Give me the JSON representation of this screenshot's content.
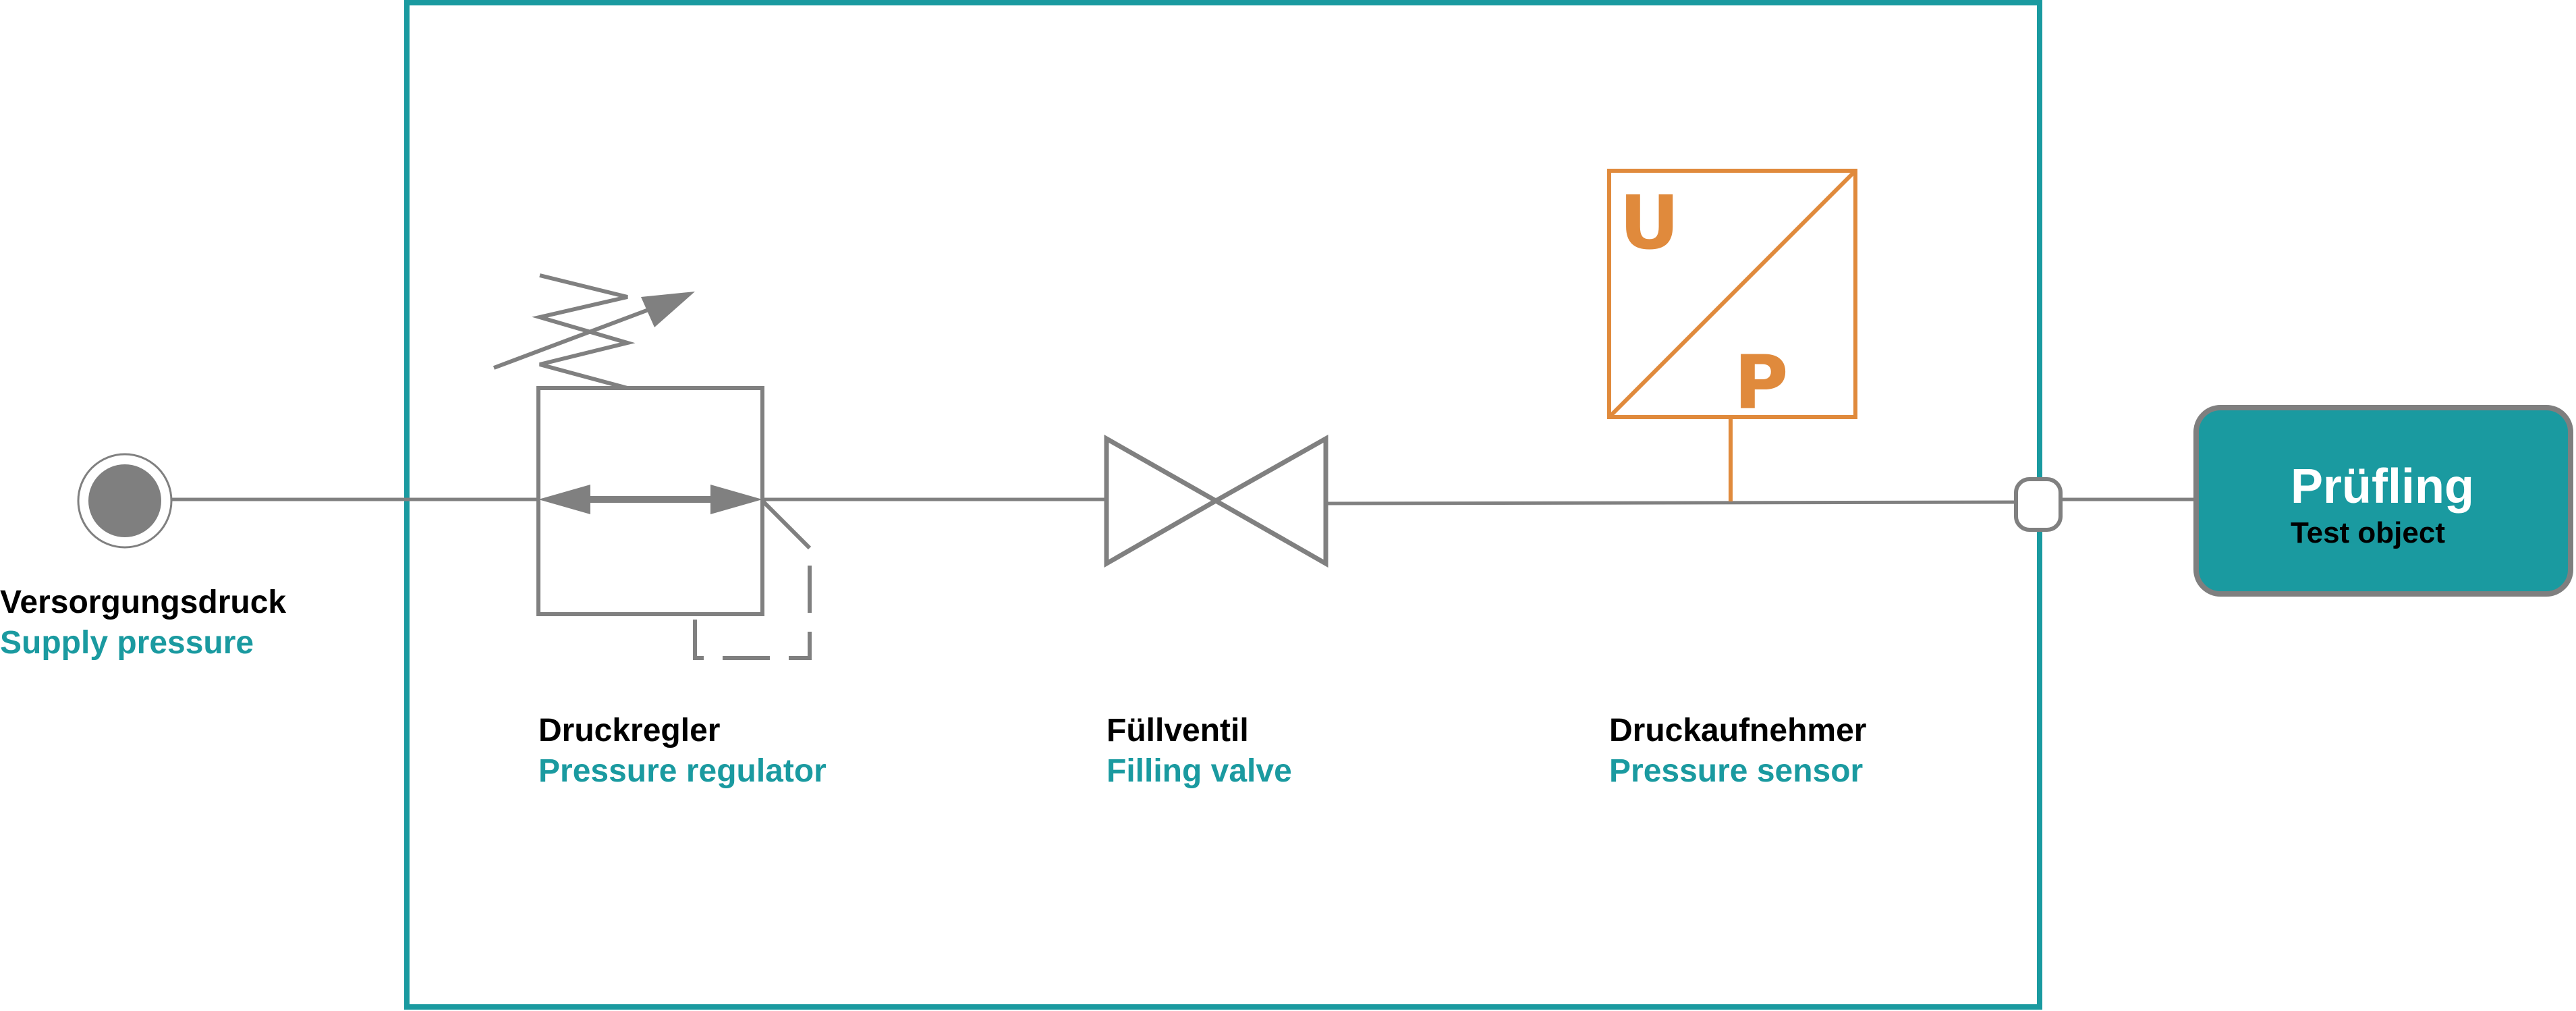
{
  "colors": {
    "frame": "#1a9aa0",
    "line": "#808080",
    "sensor": "#e08a3c",
    "label_en": "#1a9aa0",
    "test_fill": "#1a9aa0",
    "test_border": "#7f7f7f"
  },
  "supply": {
    "label_de": "Versorgungsdruck",
    "label_en": "Supply pressure"
  },
  "regulator": {
    "label_de": "Druckregler",
    "label_en": "Pressure regulator",
    "icon": "pressure-regulator-icon"
  },
  "valve": {
    "label_de": "Füllventil",
    "label_en": "Filling valve",
    "icon": "filling-valve-icon"
  },
  "sensor": {
    "label_de": "Druckaufnehmer",
    "label_en": "Pressure sensor",
    "letter_top": "U",
    "letter_bottom": "P",
    "icon": "pressure-sensor-icon"
  },
  "test_object": {
    "title": "Prüfling",
    "subtitle": "Test object"
  }
}
